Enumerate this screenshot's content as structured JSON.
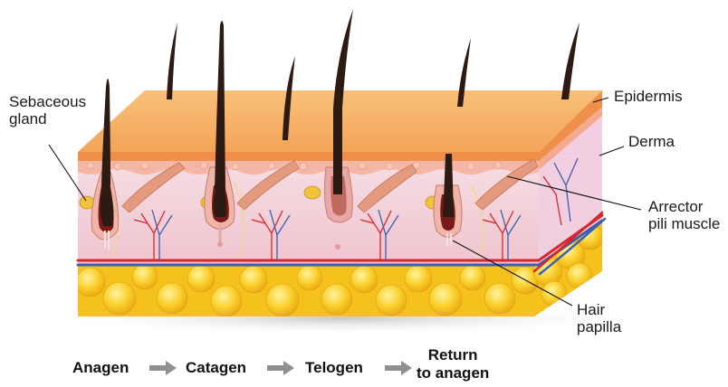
{
  "labels": {
    "sebaceous": [
      "Sebaceous",
      "gland"
    ],
    "epidermis": "Epidermis",
    "derma": "Derma",
    "arrector": [
      "Arrector",
      "pili muscle"
    ],
    "papilla": [
      "Hair",
      "papilla"
    ]
  },
  "cycle": {
    "stages": [
      "Anagen",
      "Catagen",
      "Telogen"
    ],
    "return": [
      "Return",
      "to anagen"
    ]
  },
  "colors": {
    "epidermis_top": "#f7b25f",
    "epidermis_front": "#f4a65a",
    "derma": "#f3d1da",
    "fat": "#f7c51c",
    "hair": "#2d1a12",
    "muscle": "#e39a7f",
    "artery": "#d9262b",
    "vein": "#3b5fb0",
    "arrow": "#8f8f8f"
  }
}
